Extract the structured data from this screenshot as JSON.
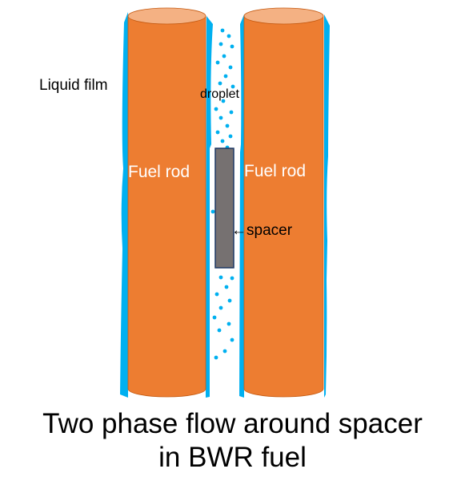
{
  "labels": {
    "liquid_film": "Liquid film",
    "droplet": "droplet",
    "fuel_rod_left": "Fuel rod",
    "fuel_rod_right": "Fuel rod",
    "spacer": "←spacer"
  },
  "caption": {
    "line1": "Two phase flow around spacer",
    "line2": "in BWR fuel"
  },
  "colors": {
    "rod_body": "#ED7D31",
    "rod_top": "#F4B183",
    "rod_edge": "#C55A11",
    "liquid": "#00B0F0",
    "spacer": "#767171",
    "spacer_edge": "#1F3864",
    "text_on_rod": "#FFFFFF",
    "text": "#000000"
  }
}
